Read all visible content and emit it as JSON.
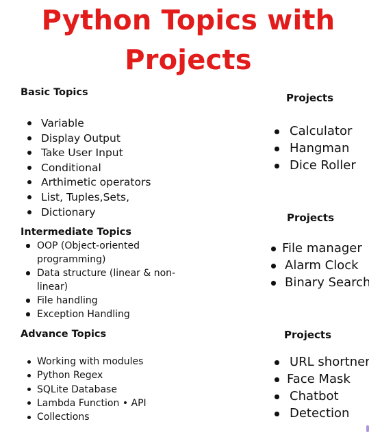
{
  "title": {
    "line1": "Python Topics with",
    "line2": "Projects"
  },
  "basic": {
    "heading": "Basic Topics",
    "items": [
      "Variable",
      "Display Output",
      "Take User Input",
      "Conditional",
      "Arthimetic operators",
      "List, Tuples,Sets,",
      "Dictionary"
    ]
  },
  "intermediate": {
    "heading": "Intermediate Topics",
    "items": [
      [
        "OOP (Object-oriented",
        "programming)"
      ],
      [
        "Data structure (linear & non-",
        "linear)"
      ],
      [
        "File handling"
      ],
      [
        "Exception Handling"
      ]
    ]
  },
  "advance": {
    "heading": "Advance Topics",
    "items": [
      "Working with modules",
      "Python Regex",
      "SQLite Database",
      "Lambda Function • API",
      "Collections"
    ]
  },
  "projects": [
    {
      "heading": "Projects",
      "items": [
        "Calculator",
        "Hangman",
        "Dice Roller"
      ]
    },
    {
      "heading": "Projects",
      "items": [
        "File manager",
        "Alarm Clock",
        "Binary Search"
      ]
    },
    {
      "heading": "Projects",
      "items": [
        "URL shortner",
        "Face Mask",
        "Chatbot",
        "Detection"
      ]
    }
  ],
  "colors": {
    "title": "#e21b1b",
    "text": "#111111"
  }
}
